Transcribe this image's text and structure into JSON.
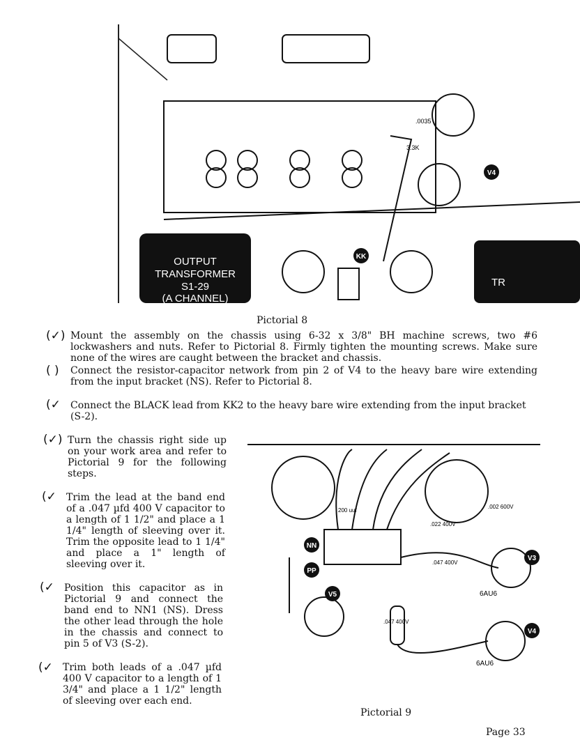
{
  "pictorial8": {
    "caption": "Pictorial 8",
    "labels": {
      "transformer_line1": "OUTPUT",
      "transformer_line2": "TRANSFORMER",
      "transformer_line3": "S1-29",
      "transformer_line4": "(A CHANNEL)",
      "v4": "V4",
      "kk": "KK",
      "cap": ".0035",
      "res": "3.3K",
      "right_partial": "TR"
    }
  },
  "steps_top": [
    {
      "check": "(✓)",
      "text": "Mount the assembly on the chassis using 6-32 x 3/8\" BH machine screws, two #6 lockwashers and nuts. Refer to Pictorial 8. Firmly tighten the mounting screws. Make sure none of the wires are caught between the bracket and chassis."
    },
    {
      "check": "( )",
      "text": "Connect the resistor-capacitor network from pin 2 of V4 to the heavy bare wire extending from the input bracket (NS). Refer to Pictorial 8."
    },
    {
      "check": "(✓",
      "text": "Connect the BLACK lead from KK2 to the heavy bare wire extending from the input bracket (S-2)."
    }
  ],
  "steps_left": [
    {
      "check": "(✓)",
      "text": "Turn the chassis right side up on your work area and refer to Pictorial 9 for the following steps."
    },
    {
      "check": "(✓",
      "text": "Trim the lead at the band end of a .047 µfd 400 V capacitor to a length of 1 1/2\" and place a 1 1/4\" length of sleeving over it. Trim the opposite lead to 1 1/4\" and place a 1\" length of sleeving over it."
    },
    {
      "check": "(✓",
      "text": "Position this capacitor as in Pictorial 9 and connect the band end to NN1 (NS). Dress the other lead through the hole in the chassis and connect to pin 5 of V3 (S-2)."
    },
    {
      "check": "(✓",
      "text": "Trim both leads of a .047 µfd 400 V capacitor to a length of 1 3/4\" and place a 1 1/2\" length of sleeving over each end."
    }
  ],
  "pictorial9": {
    "caption": "Pictorial 9",
    "labels": {
      "nn": "NN",
      "pp": "PP",
      "v5": "V5",
      "v3": "V3",
      "v4": "V4",
      "tube_v3": "6AU6",
      "tube_v4": "6AU6",
      "cap_200": "200 uuf",
      "cap_022": ".022 400V",
      "cap_002": ".002 600V",
      "cap_047a": ".047 400V",
      "cap_047b": ".047 400V"
    }
  },
  "footer": {
    "page": "Page 33"
  }
}
